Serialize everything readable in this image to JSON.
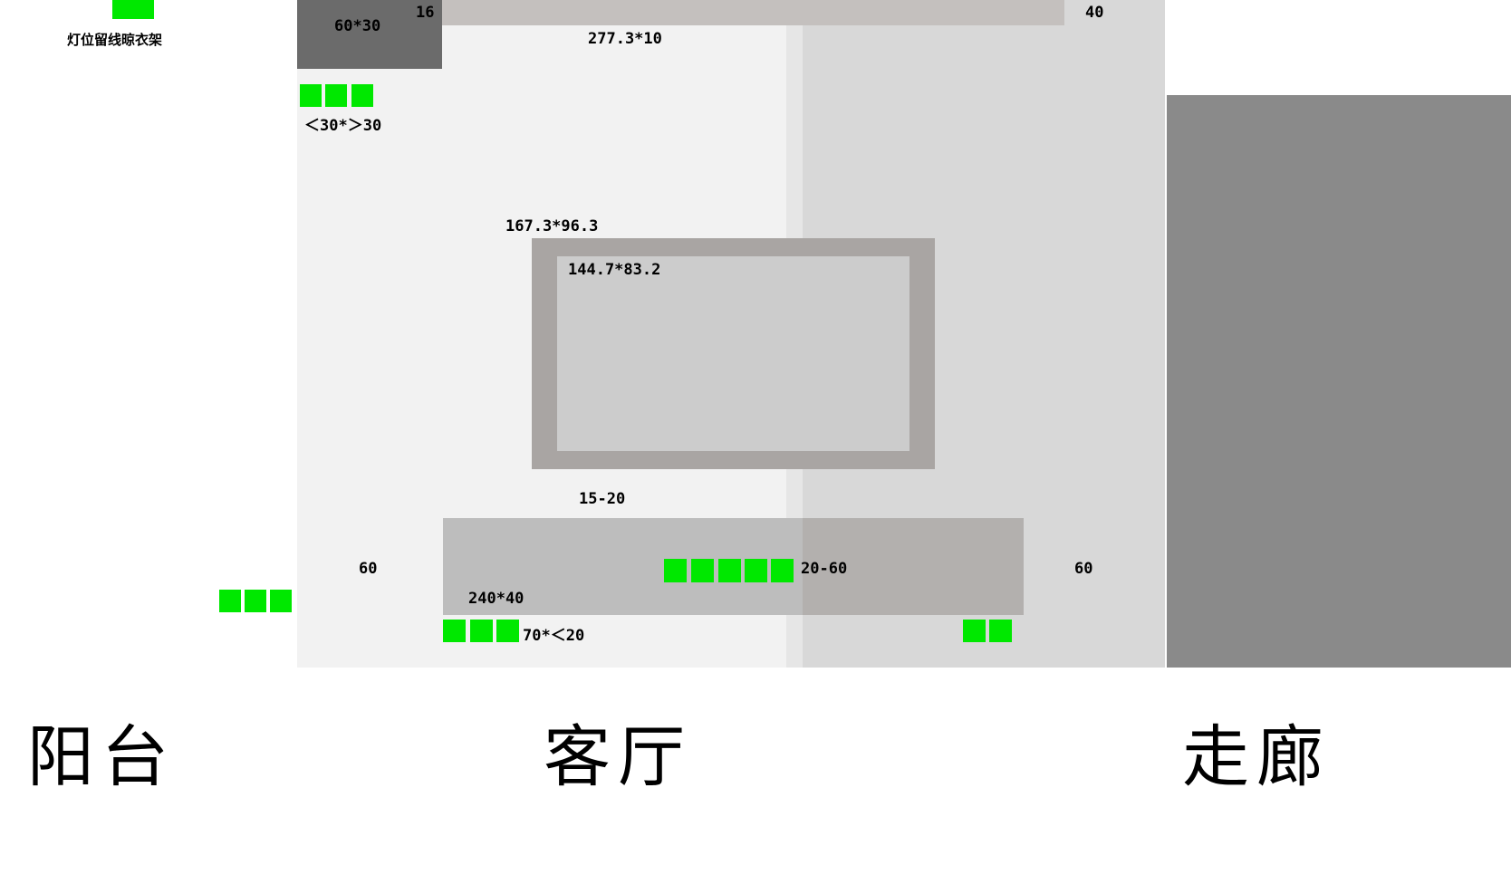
{
  "diagram": {
    "title_labels": {
      "balcony": "阳台",
      "living_room": "客厅",
      "corridor": "走廊"
    },
    "colors": {
      "socket_green": "#00e800",
      "living_panel": "#f2f2f2",
      "corridor_panel": "#d8d8d8",
      "dark_wall": "#8a8a8a",
      "beam_band": "#c4c0be",
      "beam_dark": "#6b6b6b",
      "tv_frame": "#a9a5a3",
      "tv_screen": "#cccccc",
      "cabinet": "#bdbdbd"
    }
  },
  "annotations": {
    "clothes_rack": "灯位留线晾衣架",
    "beam_dark_size": "60*30",
    "beam_band_size": "16",
    "beam_long_size": "277.3*10",
    "corridor_beam_size": "40",
    "switch_height": "＜30*＞30",
    "tv_frame_size": "167.3*96.3",
    "tv_screen_size": "144.7*83.2",
    "cabinet_gap": "15-20",
    "cabinet_size": "240*40",
    "socket_height_range": "20-60",
    "left_offset": "60",
    "right_offset": "60",
    "low_socket_note": "70*＜20"
  },
  "sockets": {
    "rack_light": {
      "count": 1
    },
    "switch_group_top": {
      "count": 3,
      "label": "＜30*＞30"
    },
    "cabinet_top_row": {
      "count": 5,
      "label": "20-60"
    },
    "balcony_group": {
      "count": 3
    },
    "cabinet_low_left": {
      "count": 3,
      "label": "70*＜20"
    },
    "cabinet_low_right": {
      "count": 2
    }
  }
}
